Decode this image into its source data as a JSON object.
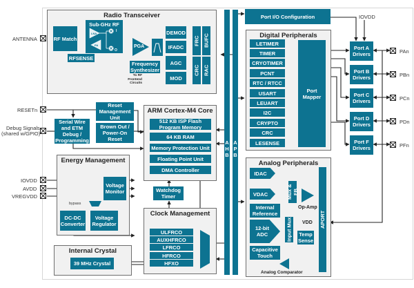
{
  "colors": {
    "block": "#0d7391",
    "group_bg": "#f1f1f1",
    "group_border": "#6d6d6d",
    "wire": "#222222"
  },
  "external_pins": {
    "antenna": "ANTENNA",
    "resetn": "RESETn",
    "debug": [
      "Debug Signals",
      "(shared w/GPIO)"
    ],
    "iovdd": "IOVDD",
    "avdd": "AVDD",
    "vregvdd": "VREGVDD",
    "iovdd_top": "IOVDD",
    "ports": [
      "PAn",
      "PBn",
      "PCn",
      "PDn",
      "PFn"
    ]
  },
  "radio": {
    "title": "Radio Transceiver",
    "rf_match": "RF Match",
    "subghz": "Sub-GHz RF",
    "lna": "LNA",
    "pa": "PA",
    "i": "I",
    "q": "Q",
    "rfsense": "RFSENSE",
    "pga": "PGA",
    "freq_synth": "Frequency Synthesizer",
    "to_rf": [
      "To RF",
      "Frontend",
      "Circuits"
    ],
    "demod": "DEMOD",
    "ifadc": "IFADC",
    "agc": "AGC",
    "mod": "MOD",
    "frc": "FRC",
    "crc": "CRC",
    "bufc": "BUFC",
    "rac": "RAC"
  },
  "reset": {
    "rmu": "Reset Management Unit",
    "bod": "Brown Out / Power-On Reset",
    "swd": "Serial Wire and ETM Debug / Programming"
  },
  "core": {
    "title": "ARM Cortex-M4 Core",
    "items": [
      "512 KB ISP Flash Program Memory",
      "64 KB RAM",
      "Memory Protection Unit",
      "Floating Point Unit",
      "DMA Controller"
    ]
  },
  "energy": {
    "title": "Energy Management",
    "voltage_monitor": "Voltage Monitor",
    "bypass": "bypass",
    "dcdc": "DC-DC Converter",
    "vreg": "Voltage Regulator"
  },
  "watchdog": "Watchdog Timer",
  "clock": {
    "title": "Clock Management",
    "sources": [
      "ULFRCO",
      "AUXHFRCO",
      "LFRCO",
      "HFRCO",
      "HFXO"
    ]
  },
  "crystal": {
    "title": "Internal Crystal",
    "item": "39 MHz Crystal"
  },
  "bus": {
    "ahb": [
      "A",
      "H",
      "B"
    ],
    "apb": [
      "A",
      "P",
      "B"
    ]
  },
  "port_io": "Port I/O Configuration",
  "digital": {
    "title": "Digital Peripherals",
    "items": [
      "LETIMER",
      "TIMER",
      "CRYOTIMER",
      "PCNT",
      "RTC / RTCC",
      "USART",
      "LEUART",
      "I2C",
      "CRYPTO",
      "CRC",
      "LESENSE"
    ],
    "port_mapper": "Port Mapper"
  },
  "drivers": [
    "Port A Drivers",
    "Port B Drivers",
    "Port C Drivers",
    "Port D Drivers",
    "Port F Drivers"
  ],
  "analog": {
    "title": "Analog Peripherals",
    "idac": "IDAC",
    "vdac": "VDAC",
    "mux_fb": "Mux & FB",
    "opamp": "Op-Amp",
    "internal_ref": "Internal Reference",
    "adc": "12-bit ADC",
    "input_mux": "Input Mux",
    "vdd": "VDD",
    "temp": "Temp Sense",
    "captouch": "Capacitive Touch",
    "comparator": "Analog Comparator",
    "aport": "APORT"
  }
}
